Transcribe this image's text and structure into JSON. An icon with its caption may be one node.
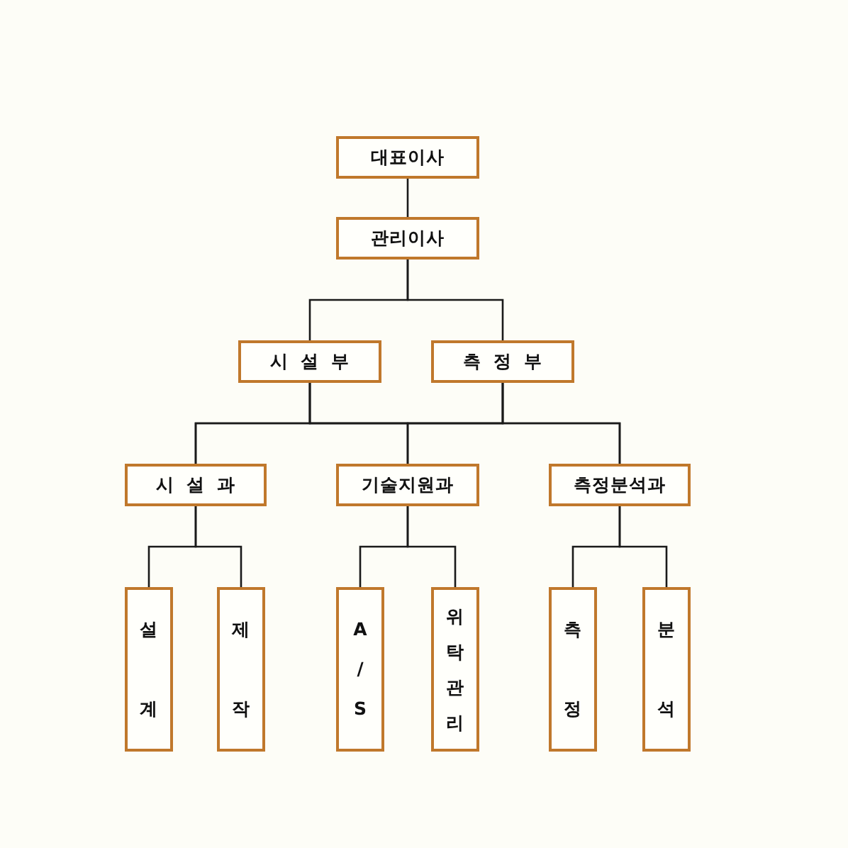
{
  "diagram": {
    "nodes": [
      {
        "text": [
          "대표이사"
        ]
      },
      {
        "text": [
          "관리이사"
        ]
      },
      {
        "text": [
          "시 설 부"
        ]
      },
      {
        "text": [
          "측 정 부"
        ]
      },
      {
        "text": [
          "시 설 과"
        ]
      },
      {
        "text": [
          "기술지원과"
        ]
      },
      {
        "text": [
          "측정분석과"
        ]
      },
      {
        "text": [
          "설계"
        ]
      },
      {
        "text": [
          "제작"
        ]
      },
      {
        "text": [
          "A/S"
        ]
      },
      {
        "text": [
          "위탁관리"
        ]
      },
      {
        "text": [
          "측정"
        ]
      },
      {
        "text": [
          "분석"
        ]
      }
    ],
    "edges": [
      {
        "from": 0,
        "to": 1,
        "arrow": "none"
      },
      {
        "from": 1,
        "to": 2,
        "arrow": "none"
      },
      {
        "from": 1,
        "to": 3,
        "arrow": "none"
      },
      {
        "from": 2,
        "to": 4,
        "arrow": "none"
      },
      {
        "from": 2,
        "to": 5,
        "arrow": "none"
      },
      {
        "from": 2,
        "to": 6,
        "arrow": "none"
      },
      {
        "from": 3,
        "to": 4,
        "arrow": "none"
      },
      {
        "from": 3,
        "to": 5,
        "arrow": "none"
      },
      {
        "from": 3,
        "to": 6,
        "arrow": "none"
      },
      {
        "from": 4,
        "to": 7,
        "arrow": "none"
      },
      {
        "from": 4,
        "to": 8,
        "arrow": "none"
      },
      {
        "from": 5,
        "to": 9,
        "arrow": "none"
      },
      {
        "from": 5,
        "to": 10,
        "arrow": "none"
      },
      {
        "from": 6,
        "to": 11,
        "arrow": "none"
      },
      {
        "from": 6,
        "to": 12,
        "arrow": "none"
      }
    ]
  }
}
